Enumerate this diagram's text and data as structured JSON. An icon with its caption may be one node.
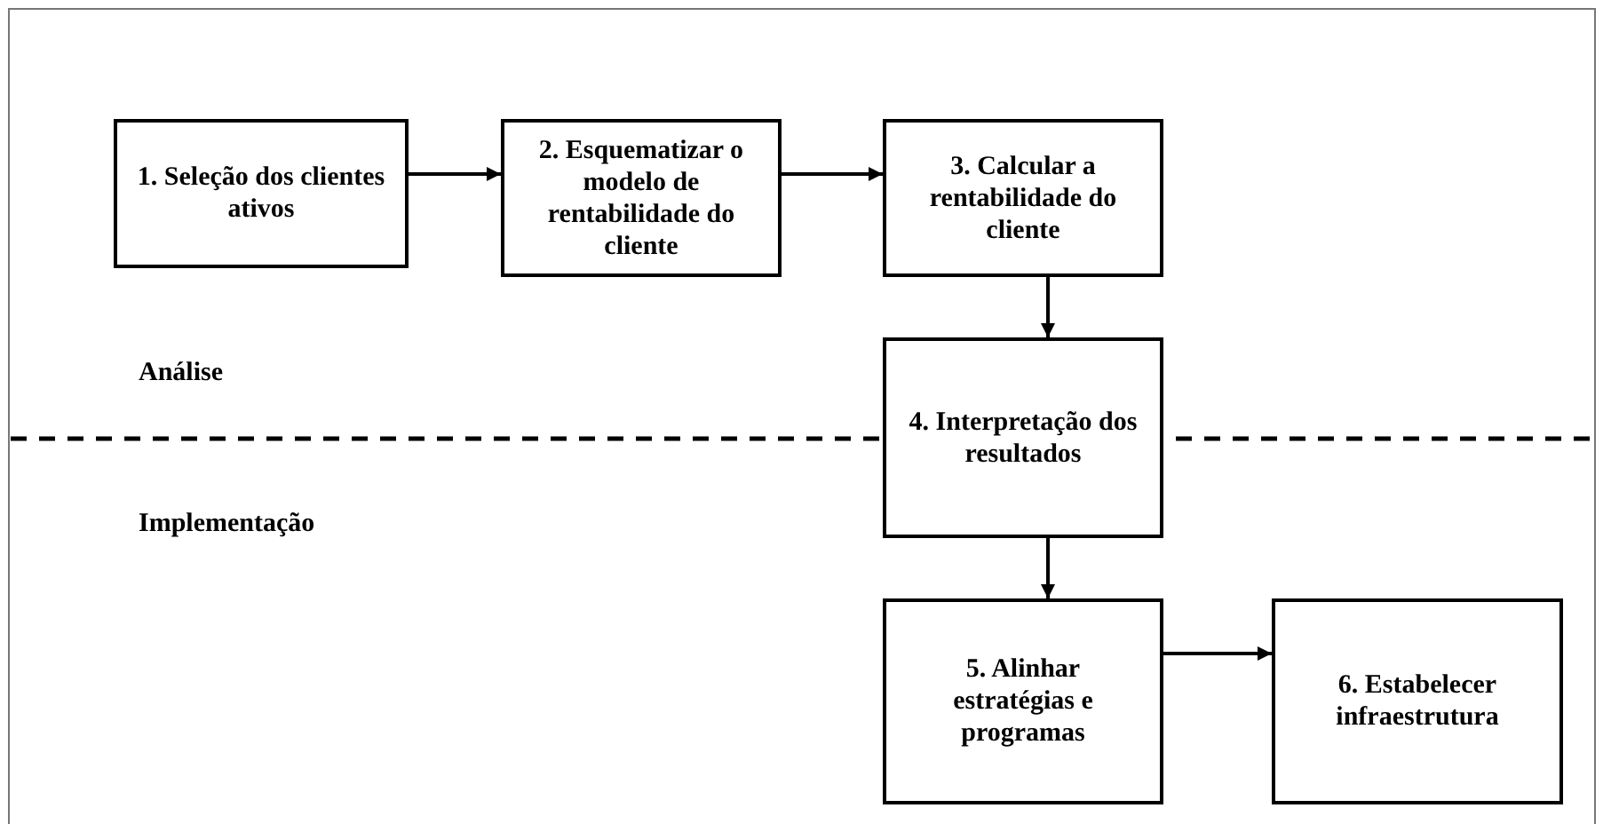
{
  "diagram": {
    "nodes": [
      {
        "text": [
          "1. Seleção dos clientes ativos"
        ]
      },
      {
        "text": [
          "2. Esquematizar o modelo de rentabilidade do cliente"
        ]
      },
      {
        "text": [
          "3. Calcular a rentabilidade do cliente"
        ]
      },
      {
        "text": [
          "4. Interpretação dos resultados"
        ]
      },
      {
        "text": [
          "5. Alinhar estratégias e programas"
        ]
      },
      {
        "text": [
          "6. Estabelecer infraestrutura"
        ]
      }
    ],
    "edges": [
      {
        "from": 0,
        "to": 1,
        "arrow": "to"
      },
      {
        "from": 1,
        "to": 2,
        "arrow": "to"
      },
      {
        "from": 2,
        "to": 3,
        "arrow": "to"
      },
      {
        "from": 3,
        "to": 4,
        "arrow": "to"
      },
      {
        "from": 4,
        "to": 5,
        "arrow": "to"
      }
    ],
    "labels": [
      "Análise",
      "Implementação"
    ]
  }
}
